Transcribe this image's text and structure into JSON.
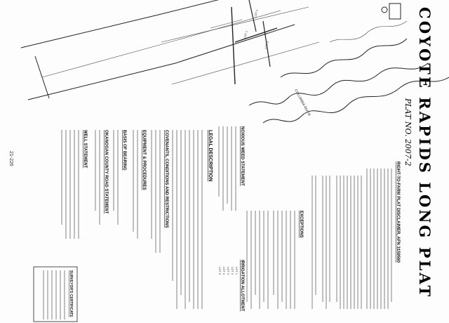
{
  "title": "COYOTE RAPIDS LONG PLAT",
  "plat_no": "PLAT NO. 2007-2",
  "right_to_farm": "RIGHT-TO-FARM PLAT DISCLAIMER, AFN 3159560",
  "river_label": "COLUMBIA RIVER",
  "sheet_number": "21-226",
  "sections": {
    "legal_description": "LEGAL DESCRIPTION",
    "noxious_weed": "NOXIOUS WEED STATEMENT",
    "exceptions": "EXCEPTIONS",
    "covenants": "COVENANTS, CONDITIONS AND RESTRICTIONS",
    "equipment": "EQUIPMENT & PROCEDURES",
    "basis_of_bearing": "BASIS OF BEARING",
    "road_statement": "OKANOGAN COUNTY ROAD STATEMENT",
    "well_statement": "WELL STATEMENT",
    "irrigation": "IRRIGATION ALLOTMENT",
    "surveyor": "SURVEYOR'S CERTIFICATE"
  },
  "lots": [
    "LOT 1",
    "LOT 2",
    "LOT 3",
    "LOT 4",
    "LOT 5"
  ],
  "colors": {
    "ink": "#111111",
    "paper": "#fdfdfd"
  }
}
